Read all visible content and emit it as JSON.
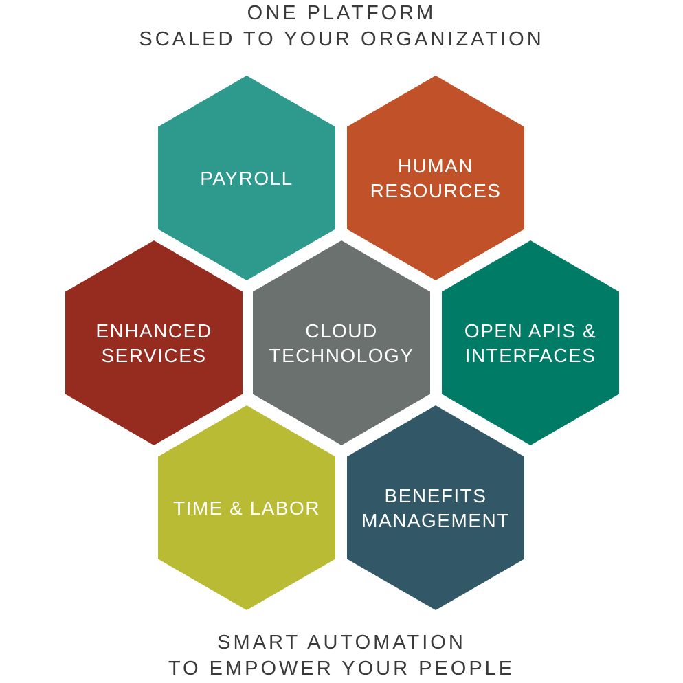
{
  "header": {
    "lines": [
      "ONE PLATFORM",
      "SCALED TO YOUR ORGANIZATION"
    ]
  },
  "footer": {
    "lines": [
      "SMART AUTOMATION",
      "TO EMPOWER YOUR PEOPLE"
    ]
  },
  "hexagons": [
    {
      "id": "payroll",
      "lines": [
        "PAYROLL"
      ],
      "color": "#2e9a8e"
    },
    {
      "id": "human-resources",
      "lines": [
        "HUMAN",
        "RESOURCES"
      ],
      "color": "#c05128"
    },
    {
      "id": "enhanced-services",
      "lines": [
        "ENHANCED",
        "SERVICES"
      ],
      "color": "#962b20"
    },
    {
      "id": "cloud-technology",
      "lines": [
        "CLOUD",
        "TECHNOLOGY"
      ],
      "color": "#6b716f"
    },
    {
      "id": "open-apis-interfaces",
      "lines": [
        "OPEN APIS &",
        "INTERFACES"
      ],
      "color": "#007b66"
    },
    {
      "id": "time-labor",
      "lines": [
        "TIME & LABOR"
      ],
      "color": "#b8bb33"
    },
    {
      "id": "benefits-management",
      "lines": [
        "BENEFITS",
        "MANAGEMENT"
      ],
      "color": "#325766"
    }
  ]
}
